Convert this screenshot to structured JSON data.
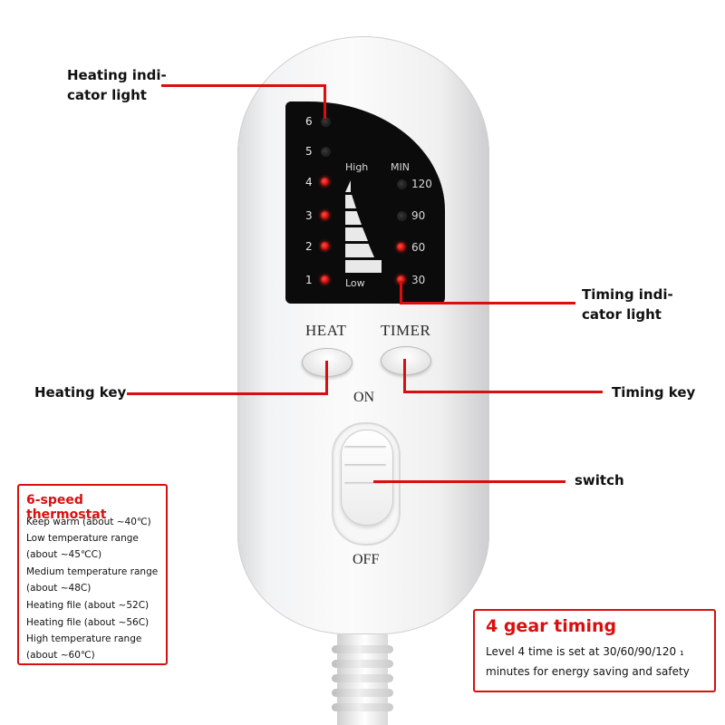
{
  "callouts": {
    "heating_indicator": [
      "Heating indi-",
      "cator light"
    ],
    "timing_indicator": [
      "Timing indi-",
      "cator light"
    ],
    "heating_key": "Heating key",
    "timing_key": "Timing key",
    "switch": "switch"
  },
  "display": {
    "heat_levels": [
      {
        "label": "6",
        "lit": false
      },
      {
        "label": "5",
        "lit": false
      },
      {
        "label": "4",
        "lit": true
      },
      {
        "label": "3",
        "lit": true
      },
      {
        "label": "2",
        "lit": true
      },
      {
        "label": "1",
        "lit": true
      }
    ],
    "high_label": "High",
    "low_label": "Low",
    "min_label": "MIN",
    "timer_levels": [
      {
        "label": "120",
        "lit": false
      },
      {
        "label": "90",
        "lit": false
      },
      {
        "label": "60",
        "lit": true
      },
      {
        "label": "30",
        "lit": true
      }
    ]
  },
  "keys": {
    "heat_label": "HEAT",
    "timer_label": "TIMER"
  },
  "switch": {
    "on_label": "ON",
    "off_label": "OFF"
  },
  "thermostat_box": {
    "title": "6-speed thermostat",
    "lines": [
      "Keep warm (about ~40℃)",
      "Low temperature range",
      "(about ~45℃C)",
      "Medium temperature range",
      "(about ~48C)",
      "Heating file (about ~52C)",
      "Heating file (about ~56C)",
      "High temperature range",
      "(about ~60℃)"
    ]
  },
  "timing_box": {
    "title": "4 gear timing",
    "lines": [
      "Level 4 time is set at 30/60/90/120 ₁",
      "minutes for energy saving and safety"
    ]
  },
  "colors": {
    "accent_red": "#d90f0f",
    "led_on": "#e01010",
    "display_bg": "#0b0b0c"
  }
}
